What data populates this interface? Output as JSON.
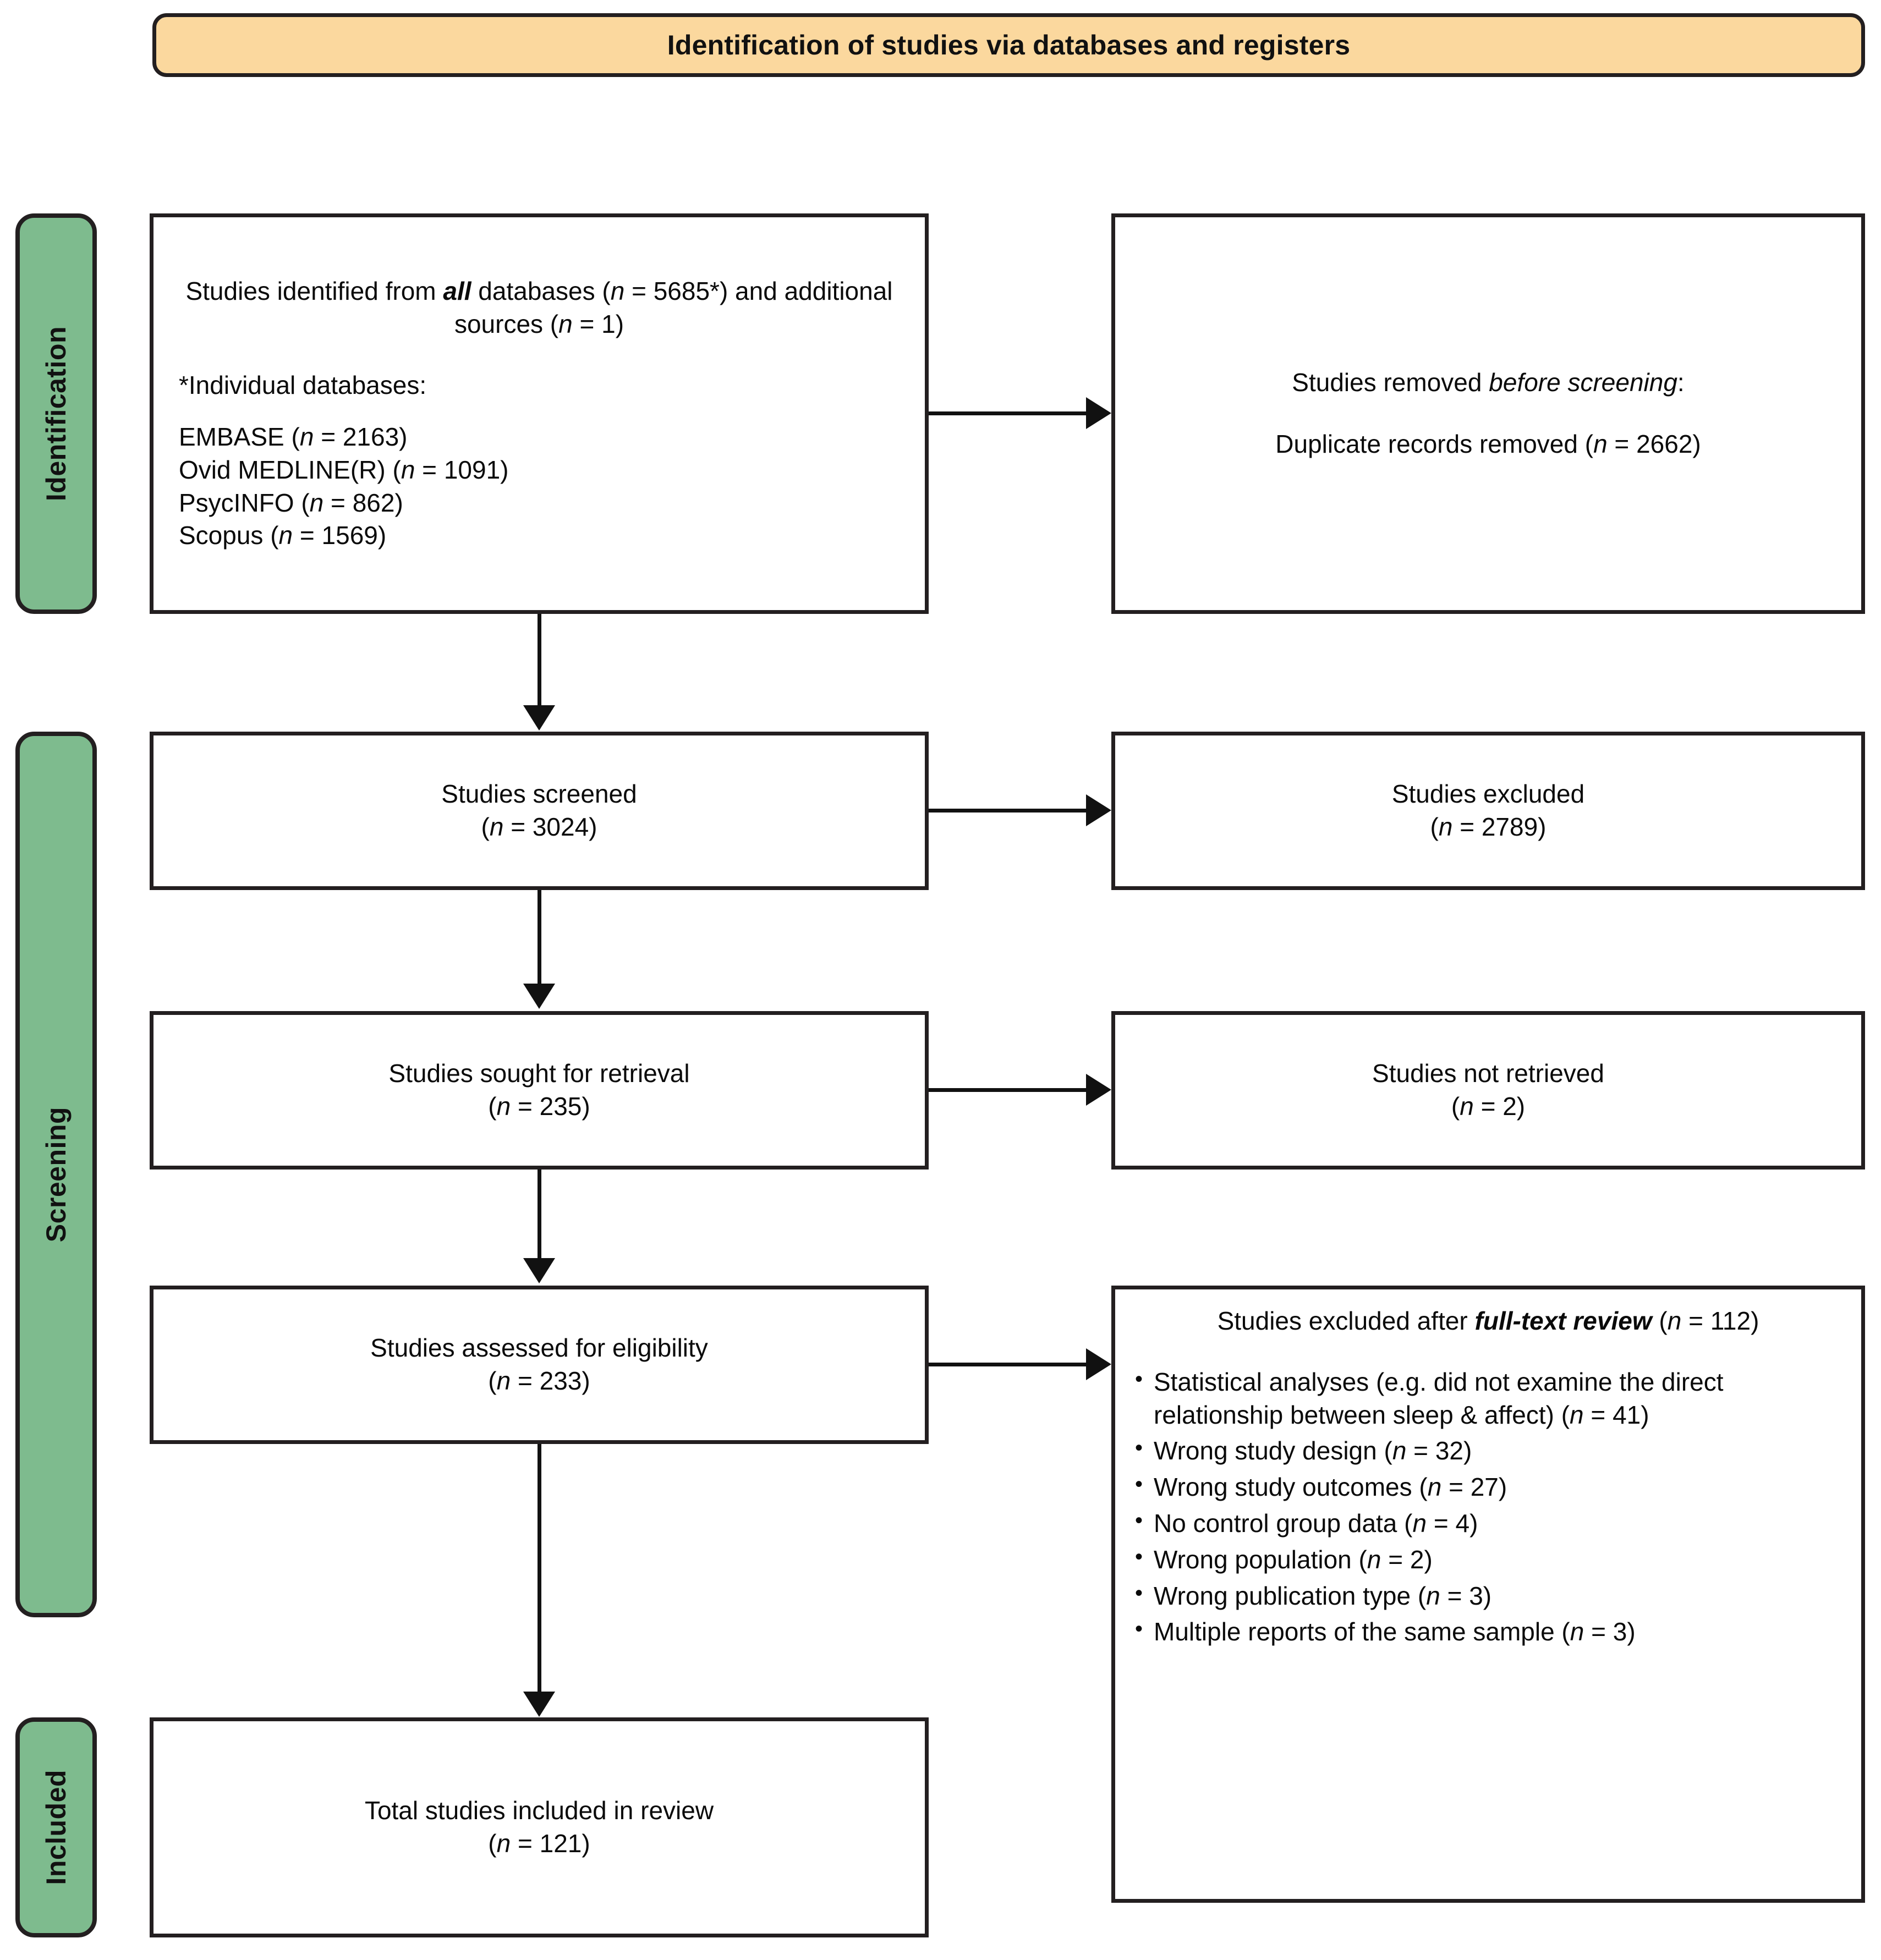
{
  "header": {
    "title": "Identification of studies via databases and registers"
  },
  "stages": [
    {
      "id": "identification",
      "label": "Identification"
    },
    {
      "id": "screening",
      "label": "Screening"
    },
    {
      "id": "included",
      "label": "Included"
    }
  ],
  "boxes": {
    "identified": {
      "headline_part1": "Studies identified from ",
      "headline_bold": "all",
      "headline_part2": " databases (",
      "headline_n1": "n",
      "headline_part3": " = 5685*) and additional sources (",
      "headline_n2": "n",
      "headline_part4": " = 1)",
      "sub_heading": "*Individual databases:",
      "databases": [
        {
          "name": "EMBASE (",
          "n_label": "n",
          "count": " = 2163)"
        },
        {
          "name": "Ovid MEDLINE(R) (",
          "n_label": "n",
          "count": " = 1091)"
        },
        {
          "name": "PsycINFO (",
          "n_label": "n",
          "count": " = 862)"
        },
        {
          "name": "Scopus (",
          "n_label": "n",
          "count": " = 1569)"
        }
      ]
    },
    "removed": {
      "line1_pre": "Studies removed ",
      "line1_ital": "before screening",
      "line1_post": ":",
      "line2_pre": "Duplicate records removed (",
      "line2_n": "n",
      "line2_post": " = 2662)"
    },
    "screened": {
      "title": "Studies screened",
      "n_label": "n",
      "count": " = 3024)"
    },
    "excluded": {
      "title": "Studies excluded",
      "n_label": "n",
      "count": " = 2789)"
    },
    "sought": {
      "title": "Studies sought for retrieval",
      "n_label": "n",
      "count": " = 235)"
    },
    "not_retrieved": {
      "title": "Studies not retrieved",
      "n_label": "n",
      "count": " = 2)"
    },
    "assessed": {
      "title": "Studies assessed for eligibility",
      "n_label": "n",
      "count": " = 233)"
    },
    "fulltext": {
      "head_pre": "Studies excluded after ",
      "head_bold": "full-text review",
      "head_mid": " (",
      "head_n": "n",
      "head_post": " = 112)",
      "reasons": [
        {
          "text": "Statistical analyses (e.g. did not examine the direct relationship between sleep & affect) (",
          "n_label": "n",
          "count": " = 41)"
        },
        {
          "text": "Wrong study design (",
          "n_label": "n",
          "count": " = 32)"
        },
        {
          "text": "Wrong study outcomes (",
          "n_label": "n",
          "count": " = 27)"
        },
        {
          "text": "No control group data (",
          "n_label": "n",
          "count": " = 4)"
        },
        {
          "text": "Wrong population (",
          "n_label": "n",
          "count": " = 2)"
        },
        {
          "text": "Wrong publication type (",
          "n_label": "n",
          "count": " = 3)"
        },
        {
          "text": "Multiple reports of the same sample (",
          "n_label": "n",
          "count": " = 3)"
        }
      ]
    },
    "included": {
      "title": "Total studies included in review",
      "n_label": "n",
      "count": " = 121)"
    }
  },
  "colors": {
    "banner_fill": "#FBD89E",
    "stage_fill": "#7EBB8E",
    "stroke": "#231F20",
    "box_fill": "#FFFFFF"
  }
}
